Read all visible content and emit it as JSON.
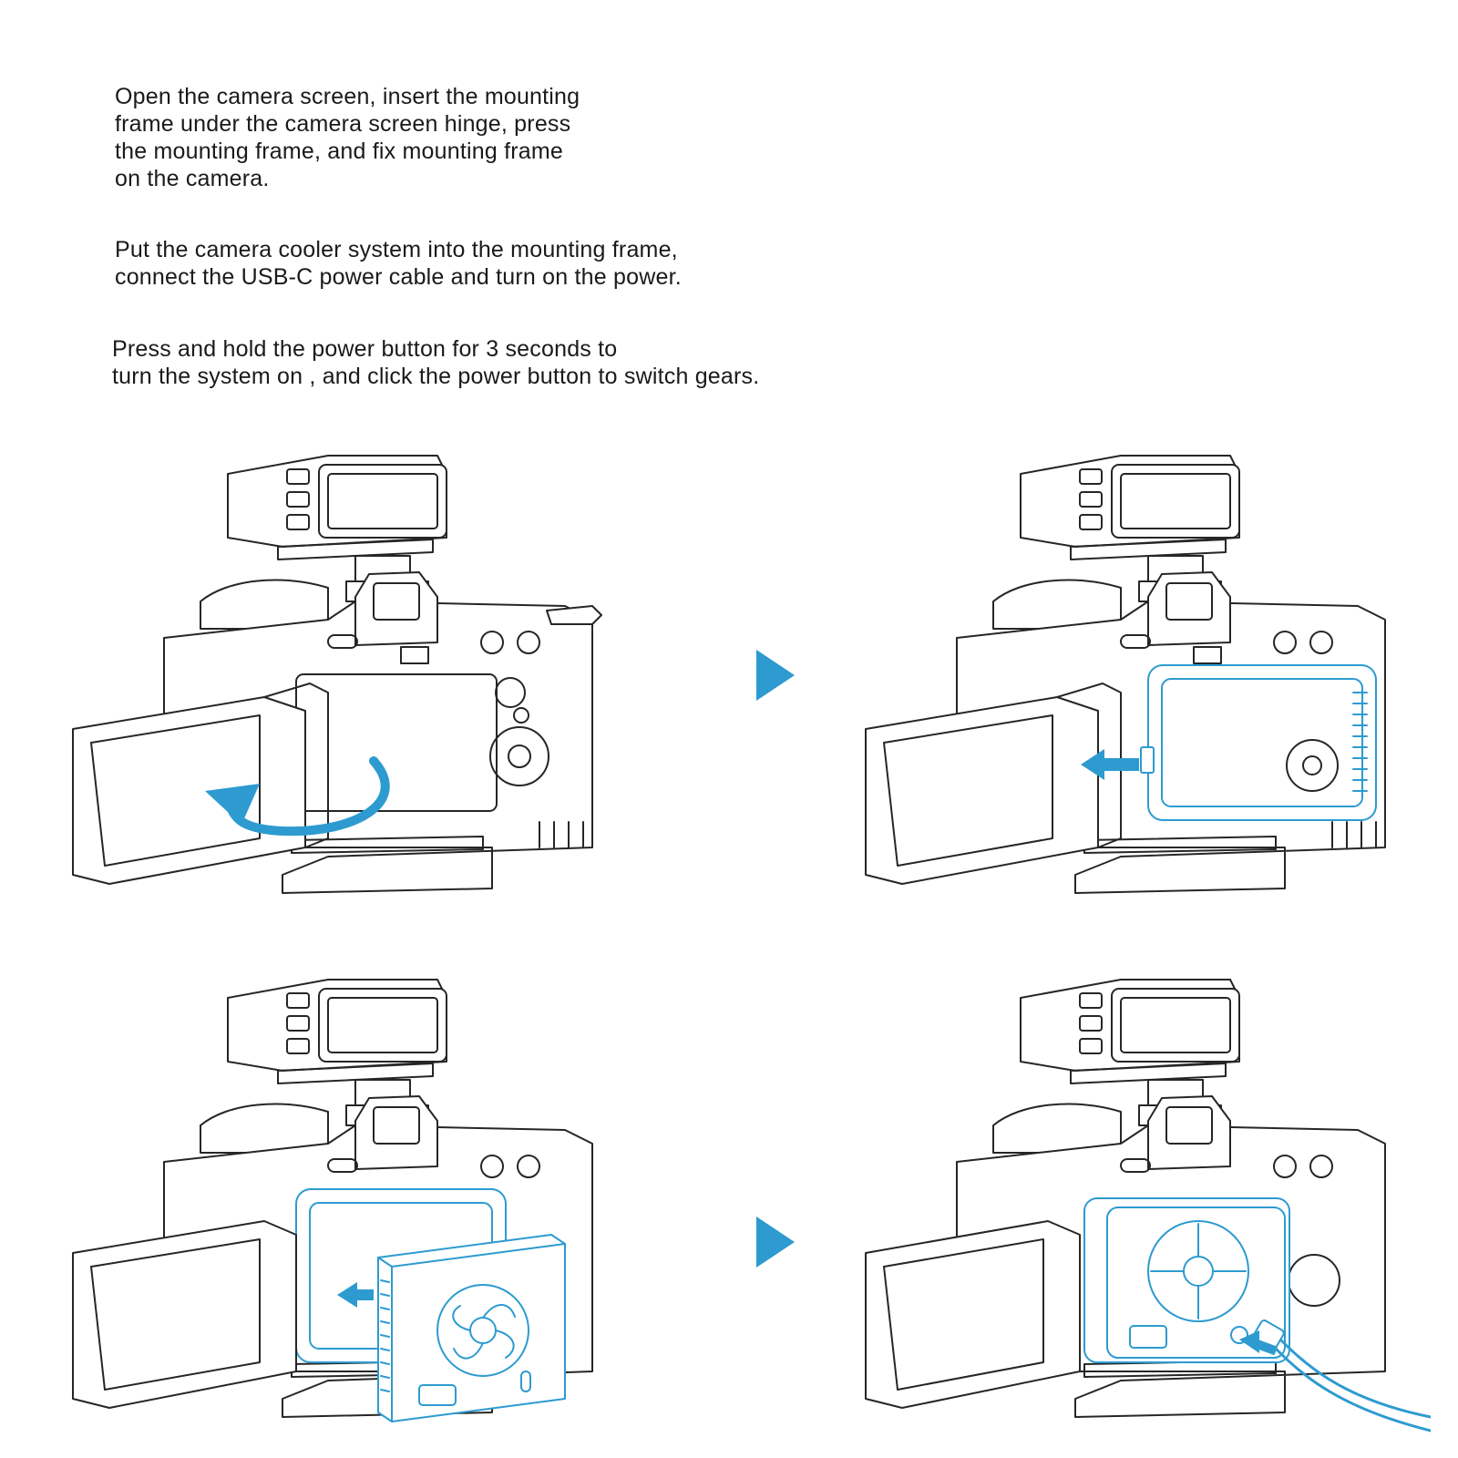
{
  "instructions": {
    "step1": "Open the camera screen, insert the mounting\nframe under the camera screen hinge, press\nthe mounting frame, and fix mounting frame\non the camera.",
    "step2": "Put the camera cooler system into the mounting frame,\nconnect the USB-C power cable and turn on the power.",
    "step3": "Press and hold the power button for 3 seconds to\nturn the system on , and click the power button to switch gears."
  },
  "colors": {
    "accent": "#2d9bd0",
    "line": "#262626",
    "text": "#1a1a1a"
  },
  "icons": [
    "play-arrow-icon",
    "rotate-arrow-icon",
    "insert-arrow-icon",
    "fan-icon",
    "usb-c-cable-icon"
  ]
}
